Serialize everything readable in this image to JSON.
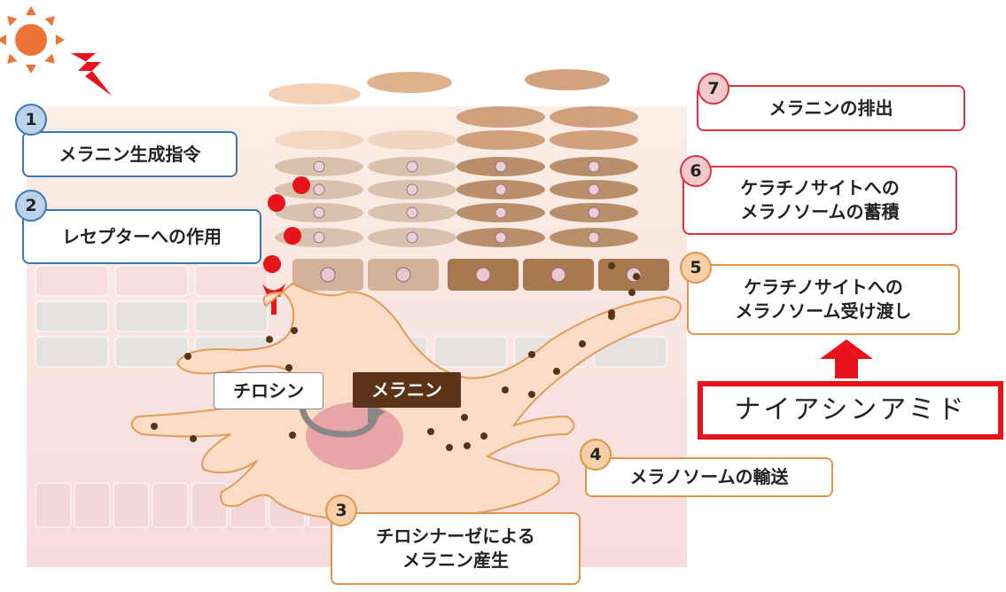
{
  "steps": [
    {
      "num": "1",
      "label": "メラニン生成指令"
    },
    {
      "num": "2",
      "label": "レセプターへの作用"
    },
    {
      "num": "3",
      "label": "チロシナーゼによる\nメラニン産生"
    },
    {
      "num": "4",
      "label": "メラノソームの輸送"
    },
    {
      "num": "5",
      "label": "ケラチノサイトへの\nメラノソーム受け渡し"
    },
    {
      "num": "6",
      "label": "ケラチノサイトへの\nメラノソームの蓄積"
    },
    {
      "num": "7",
      "label": "メラニンの排出"
    }
  ],
  "tyrosine": "チロシン",
  "melanin": "メラニン",
  "ingredient": "ナイアシンアミド",
  "colors": {
    "blue": "#3a78b5",
    "red": "#d9353f",
    "orange": "#e0954a",
    "melanin": "#5a3316",
    "highlight": "#e8141b"
  }
}
